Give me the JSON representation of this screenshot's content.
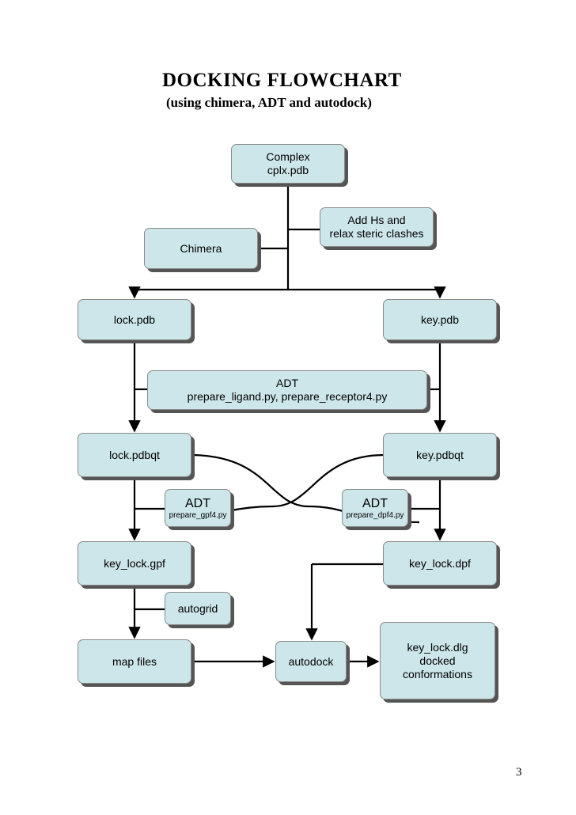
{
  "header": {
    "title": "DOCKING FLOWCHART",
    "subtitle": "(using chimera, ADT and autodock)"
  },
  "nodes": {
    "complex": {
      "line1": "Complex",
      "line2": "cplx.pdb"
    },
    "add_hs": {
      "line1": "Add Hs and",
      "line2": "relax steric clashes"
    },
    "chimera": {
      "label": "Chimera"
    },
    "lock_pdb": {
      "label": "lock.pdb"
    },
    "key_pdb": {
      "label": "key.pdb"
    },
    "adt_prepare": {
      "line1": "ADT",
      "line2": "prepare_ligand.py, prepare_receptor4.py"
    },
    "lock_pdbqt": {
      "label": "lock.pdbqt"
    },
    "key_pdbqt": {
      "label": "key.pdbqt"
    },
    "adt_gpf": {
      "line1": "ADT",
      "line2": "prepare_gpf4.py"
    },
    "adt_dpf": {
      "line1": "ADT",
      "line2": "prepare_dpf4.py"
    },
    "key_lock_gpf": {
      "label": "key_lock.gpf"
    },
    "key_lock_dpf": {
      "label": "key_lock.dpf"
    },
    "autogrid": {
      "label": "autogrid"
    },
    "map_files": {
      "label": "map files"
    },
    "autodock": {
      "label": "autodock"
    },
    "key_lock_dlg": {
      "line1": "key_lock.dlg",
      "line2": "docked",
      "line3": "conformations"
    }
  },
  "footer": {
    "page_number": "3"
  },
  "colors": {
    "box_fill": "#cde6ea",
    "box_shadow": "#555555",
    "line": "#000000"
  }
}
